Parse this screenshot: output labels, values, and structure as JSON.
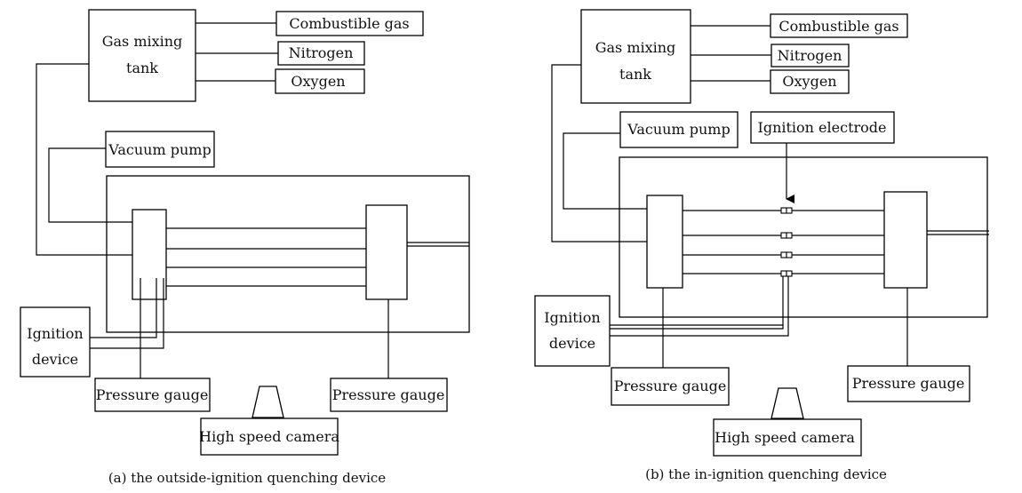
{
  "panel_a": {
    "tank_line1": "Gas mixing",
    "tank_line2": "tank",
    "gas1": "Combustible gas",
    "gas2": "Nitrogen",
    "gas3": "Oxygen",
    "vacuum": "Vacuum pump",
    "ignition_line1": "Ignition",
    "ignition_line2": "device",
    "gauge_left": "Pressure gauge",
    "gauge_right": "Pressure gauge",
    "camera": "High speed camera",
    "caption": "(a) the outside-ignition quenching device"
  },
  "panel_b": {
    "tank_line1": "Gas mixing",
    "tank_line2": "tank",
    "gas1": "Combustible gas",
    "gas2": "Nitrogen",
    "gas3": "Oxygen",
    "vacuum": "Vacuum pump",
    "electrode": "Ignition electrode",
    "ignition_line1": "Ignition",
    "ignition_line2": "device",
    "gauge_left": "Pressure gauge",
    "gauge_right": "Pressure gauge",
    "camera": "High speed camera",
    "caption": "(b) the in-ignition quenching device"
  }
}
